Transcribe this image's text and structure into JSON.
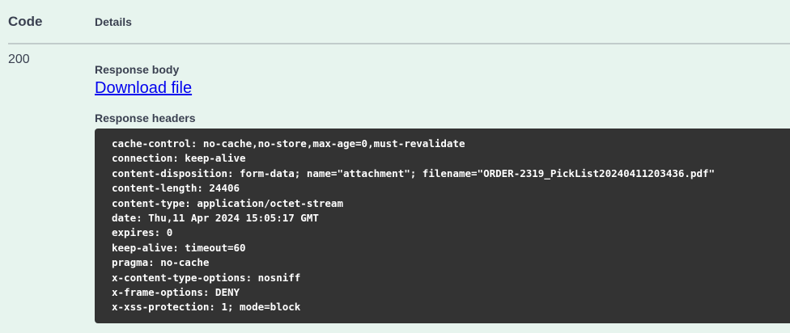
{
  "table": {
    "code_column_label": "Code",
    "details_column_label": "Details"
  },
  "response": {
    "code": "200",
    "body_label": "Response body",
    "download_link_label": "Download file",
    "headers_label": "Response headers",
    "headers": [
      "cache-control: no-cache,no-store,max-age=0,must-revalidate",
      "connection: keep-alive",
      "content-disposition: form-data; name=\"attachment\"; filename=\"ORDER-2319_PickList20240411203436.pdf\"",
      "content-length: 24406",
      "content-type: application/octet-stream",
      "date: Thu,11 Apr 2024 15:05:17 GMT",
      "expires: 0",
      "keep-alive: timeout=60",
      "pragma: no-cache",
      "x-content-type-options: nosniff",
      "x-frame-options: DENY",
      "x-xss-protection: 1; mode=block"
    ]
  },
  "colors": {
    "page_background": "#e7f4ee",
    "headers_block_background": "#333333",
    "headers_text": "#ffffff",
    "heading_text": "#3b4151",
    "link": "#0000ee"
  }
}
